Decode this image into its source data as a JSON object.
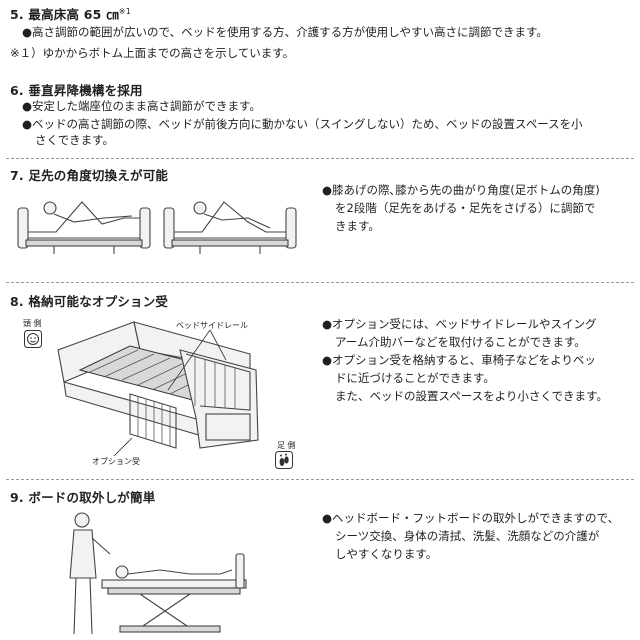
{
  "s5": {
    "heading": "5. 最高床高 65 ㎝",
    "sup": "※1",
    "bullet": "高さ調節の範囲が広いので、ベッドを使用する方、介護する方が使用しやすい高さに調節できます。",
    "note": "※１）ゆかからボトム上面までの高さを示しています。"
  },
  "s6": {
    "heading": "6. 垂直昇降機構を採用",
    "bullet1": "安定した端座位のまま高さ調節ができます。",
    "bullet2_line1": "ベッドの高さ調節の際、ベッドが前後方向に動かない（スイングしない）ため、ベッドの設置スペースを小",
    "bullet2_line2": "さくできます。"
  },
  "s7": {
    "heading": "7. 足先の角度切換えが可能",
    "line1": "膝あげの際､膝から先の曲がり角度(足ボトムの角度)",
    "line2": "を2段階（足先をあげる・足先をさげる）に調節で",
    "line3": "きます。"
  },
  "s8": {
    "heading": "8. 格納可能なオプション受",
    "label_head_side": "頭 側",
    "label_foot_side": "足 側",
    "label_bed_side_rail": "ベッドサイドレール",
    "label_option_holder": "オプション受",
    "b1_line1": "オプション受には、ベッドサイドレールやスイング",
    "b1_line2": "アーム介助バーなどを取付けることができます。",
    "b2_line1": "オプション受を格納すると、車椅子などをよりベッ",
    "b2_line2": "ドに近づけることができます。",
    "b2_line3": "また、ベッドの設置スペースをより小さくできます。"
  },
  "s9": {
    "heading": "9. ボードの取外しが簡単",
    "line1": "ヘッドボード・フットボードの取外しができますので、",
    "line2": "シーツ交換、身体の清拭、洗髪、洗顔などの介護が",
    "line3": "しやすくなります。"
  },
  "icons": {
    "head_side": "face-icon",
    "foot_side": "footprint-icon",
    "bed_illustrations": [
      "reclining-bed-feet-up",
      "reclining-bed-feet-down",
      "bed-with-side-rails",
      "caregiver-with-flat-bed"
    ]
  }
}
